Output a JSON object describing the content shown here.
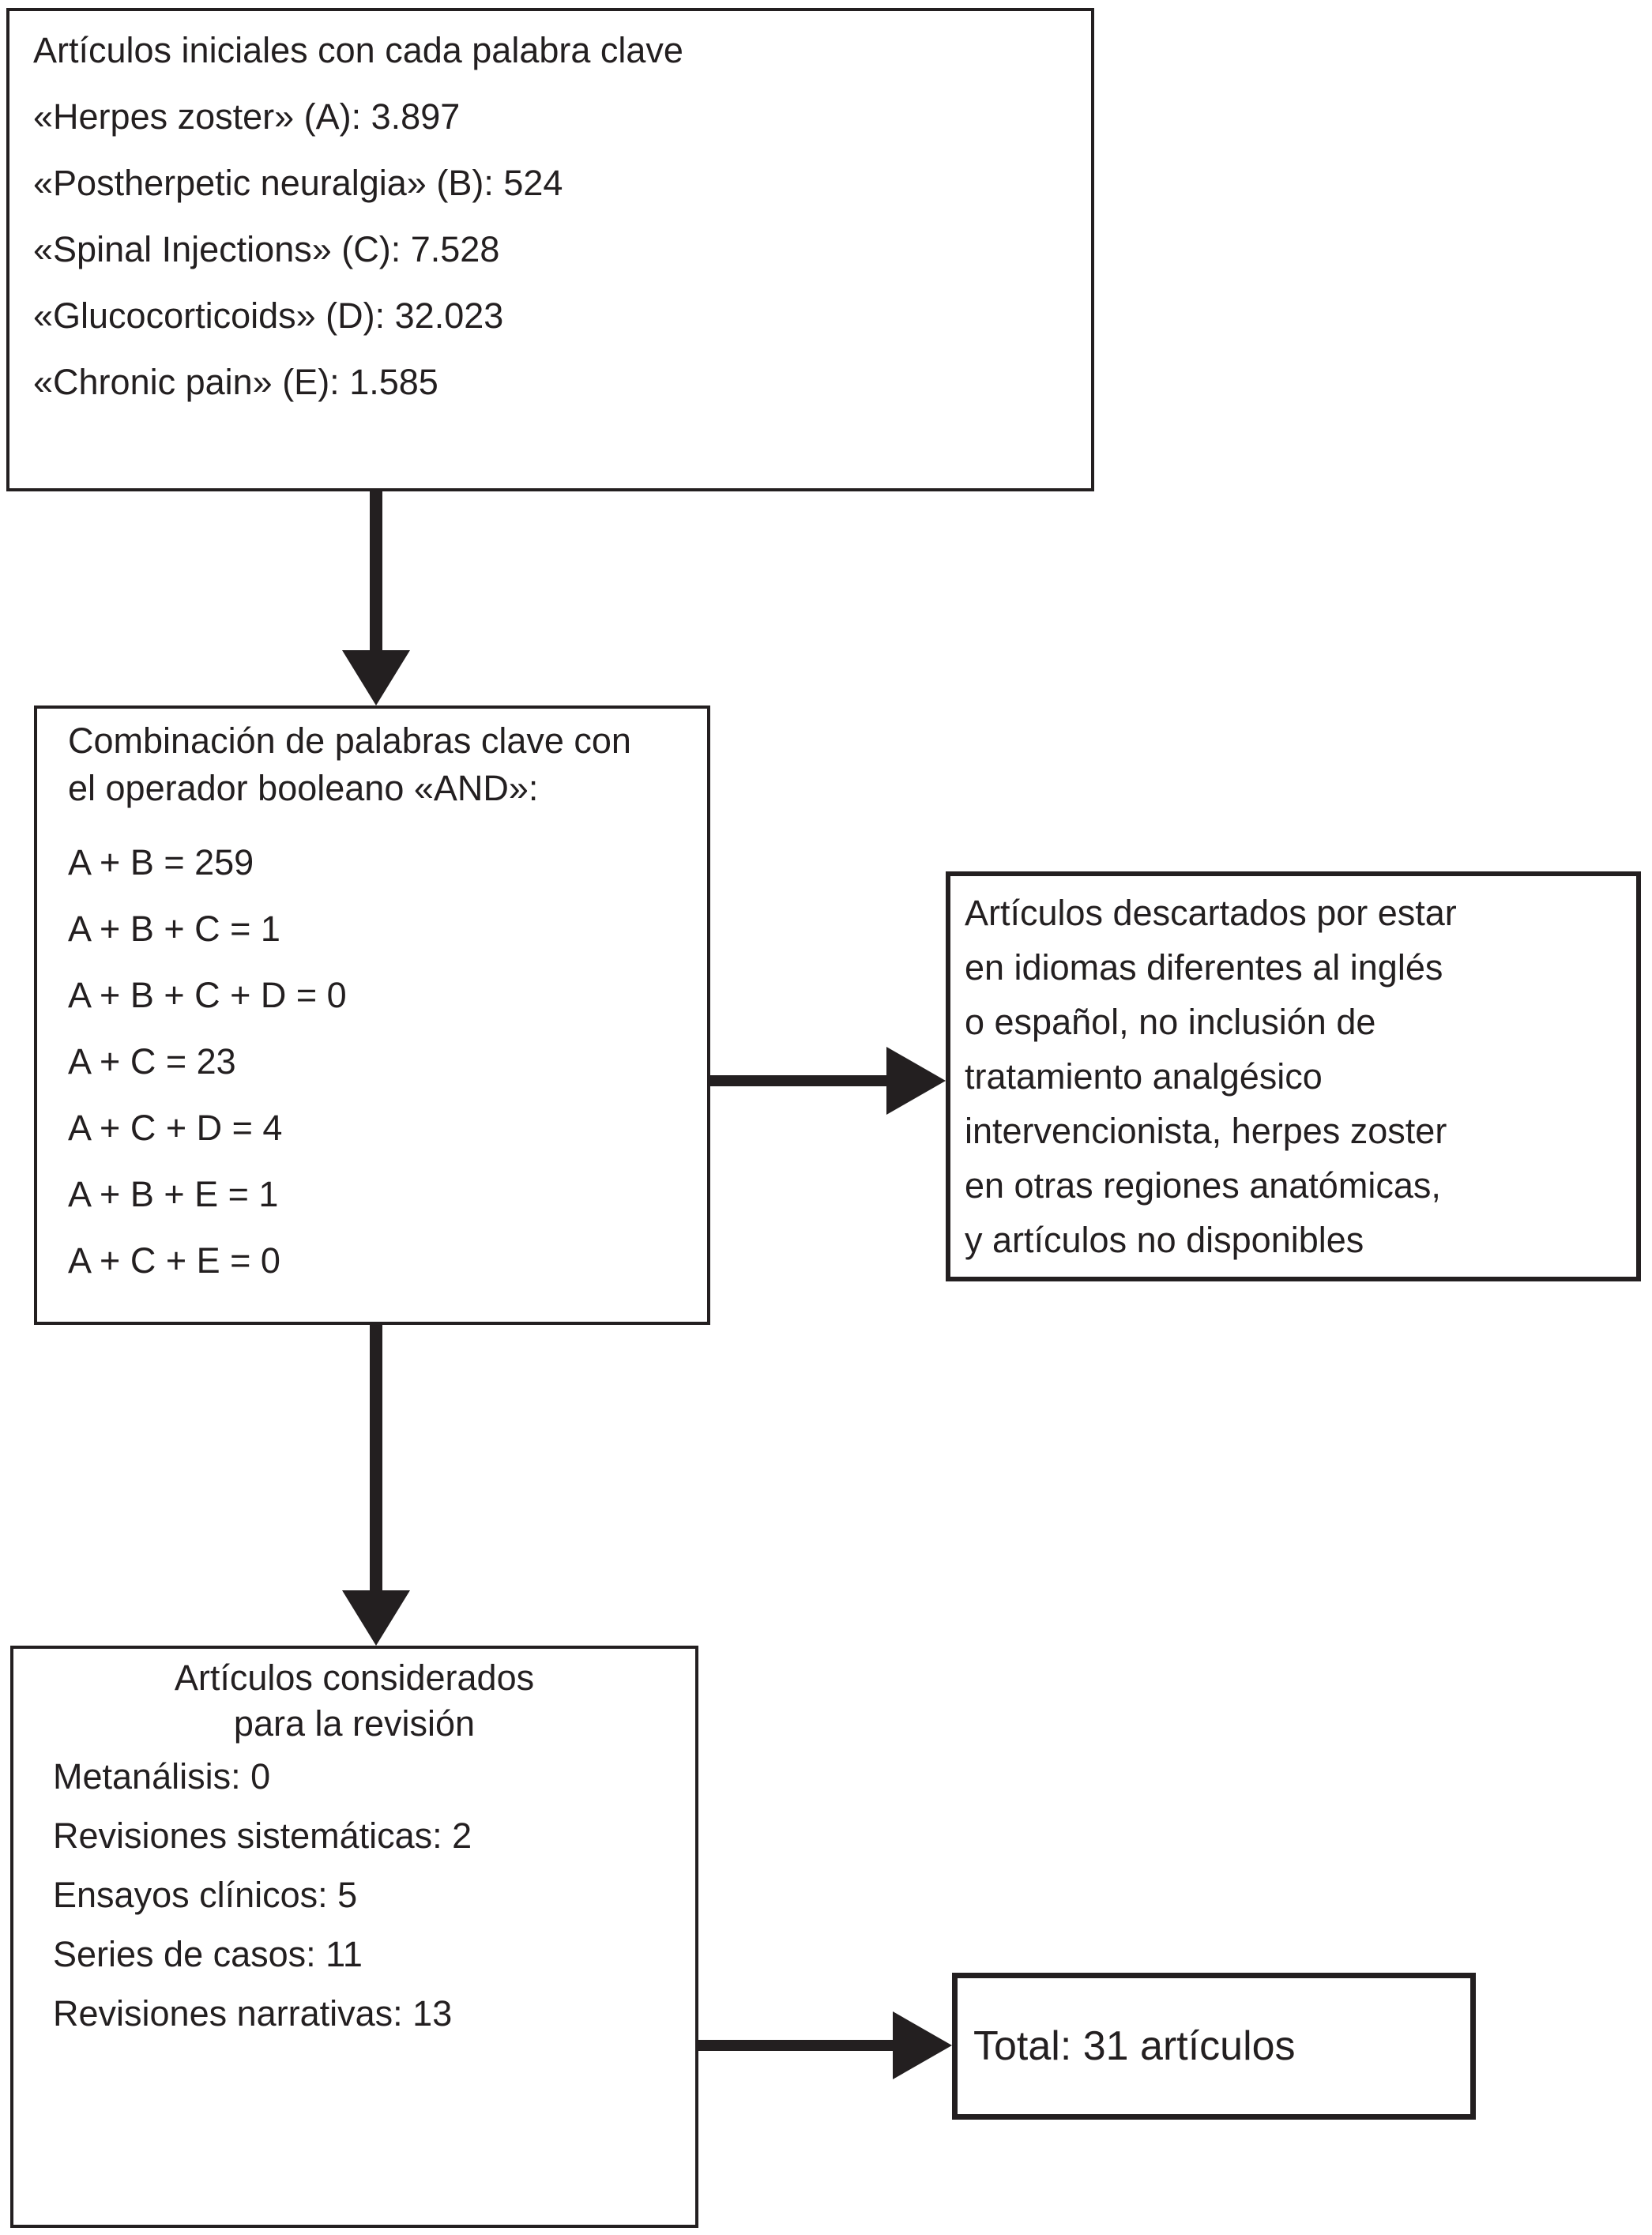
{
  "figure": {
    "type": "flowchart",
    "background": "#ffffff",
    "ink": "#231f20"
  },
  "boxes": {
    "initial": {
      "title": "Artículos iniciales con cada palabra clave",
      "items": [
        "«Herpes zoster» (A): 3.897",
        "«Postherpetic neuralgia» (B): 524",
        "«Spinal Injections» (C): 7.528",
        "«Glucocorticoids» (D): 32.023",
        "«Chronic pain» (E): 1.585"
      ]
    },
    "combination": {
      "title_lines": [
        "Combinación de palabras clave con",
        "el operador booleano «AND»:"
      ],
      "equations": [
        "A + B = 259",
        "A + B + C = 1",
        "A + B + C + D = 0",
        "A + C = 23",
        "A + C + D = 4",
        "A + B + E = 1",
        "A + C + E = 0"
      ]
    },
    "discarded": {
      "lines": [
        "Artículos descartados por estar",
        "en idiomas diferentes al inglés",
        "o español, no inclusión de",
        "tratamiento analgésico",
        "intervencionista, herpes zoster",
        "en otras regiones anatómicas,",
        "y artículos no disponibles"
      ]
    },
    "considered": {
      "title_lines": [
        "Artículos considerados",
        "para la revisión"
      ],
      "items": [
        "Metanálisis: 0",
        "Revisiones sistemáticas: 2",
        "Ensayos clínicos: 5",
        "Series de casos: 11",
        "Revisiones narrativas: 13"
      ]
    },
    "total": {
      "label": "Total: 31 artículos"
    }
  }
}
